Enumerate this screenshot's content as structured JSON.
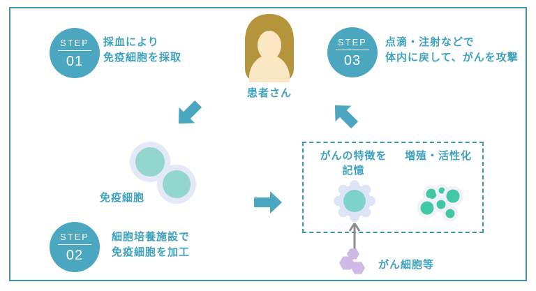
{
  "steps": [
    {
      "label": "STEP",
      "number": "01",
      "line1": "採血により",
      "line2": "免疫細胞を採取"
    },
    {
      "label": "STEP",
      "number": "02",
      "line1": "細胞培養施設で",
      "line2": "免疫細胞を加工"
    },
    {
      "label": "STEP",
      "number": "03",
      "line1": "点滴・注射などで",
      "line2": "体内に戻して、がんを攻撃"
    }
  ],
  "labels": {
    "patient": "患者さん",
    "immune_cells": "免疫細胞",
    "cancer_cells": "がん細胞等"
  },
  "process_box": {
    "memorize_line1": "がんの特徴を",
    "memorize_line2": "記憶",
    "proliferate": "増殖・活性化"
  },
  "icons": {
    "patient": "patient-icon",
    "immune_cells": "immune-cells-icon",
    "memorize_cell": "gear-cell-icon",
    "proliferate_cells": "cell-cluster-icon",
    "cancer_cell": "cancer-cell-icon",
    "flow_arrows": [
      "arrow-down-left-icon",
      "arrow-right-icon",
      "arrow-up-left-icon"
    ],
    "antigen_arrow": "arrow-up-icon"
  },
  "colors": {
    "background": "#ffffff",
    "frame": "#3a96ad",
    "step_circle": "#4ba7bf",
    "text": "#3fa2bd",
    "arrow": "#4ba7bf",
    "immune_fill": "#93d6cf",
    "immune_ring": "#e4e9f7",
    "gear_outer": "#dde4f6",
    "gear_inner": "#7fd2cb",
    "cluster_fill": "#41c9a5",
    "cluster_ring": "#f2f1f8",
    "cancer_purple": "#cebae5",
    "hair": "#b5953c",
    "skin": "#fbe7c3",
    "gray_arrow": "#8c8c8c"
  }
}
